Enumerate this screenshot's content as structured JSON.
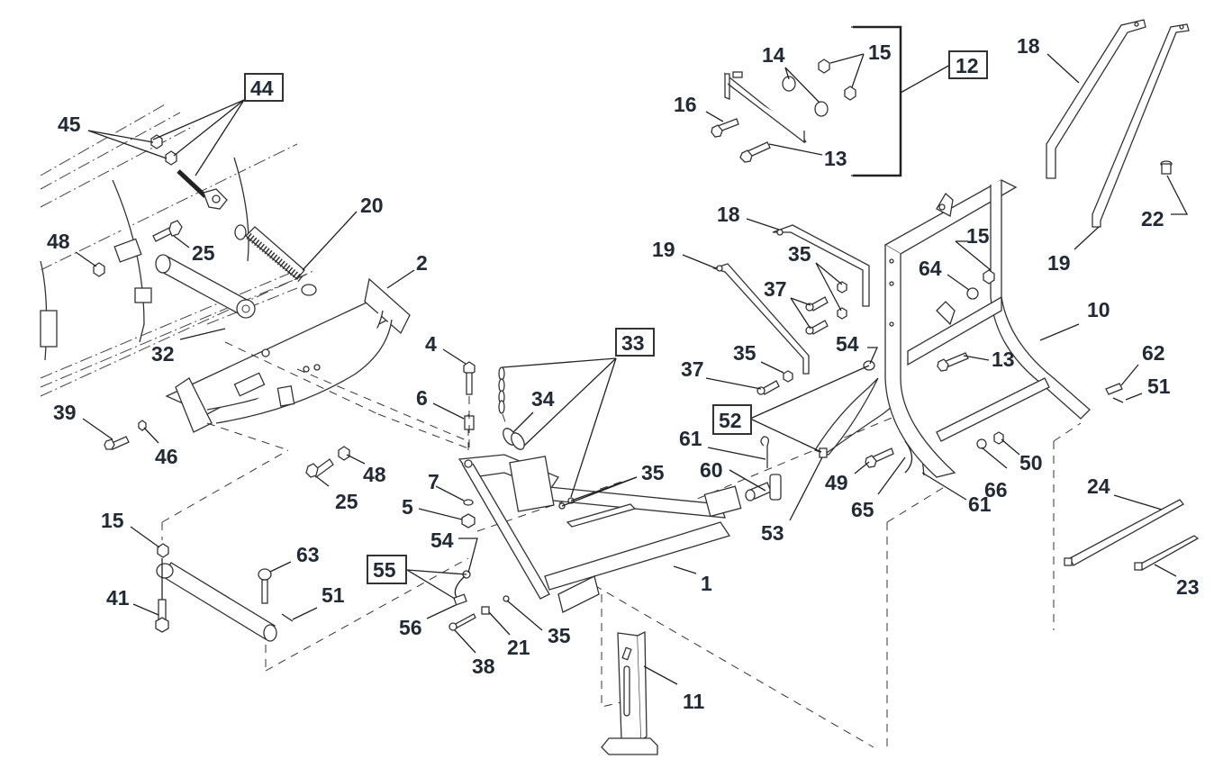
{
  "diagram": {
    "title": "Snow plow mount exploded parts diagram",
    "callouts": [
      {
        "id": "c44",
        "text": "44",
        "boxed": true
      },
      {
        "id": "c45",
        "text": "45",
        "boxed": false
      },
      {
        "id": "c20",
        "text": "20",
        "boxed": false
      },
      {
        "id": "c48a",
        "text": "48",
        "boxed": false
      },
      {
        "id": "c25a",
        "text": "25",
        "boxed": false
      },
      {
        "id": "c2",
        "text": "2",
        "boxed": false
      },
      {
        "id": "c32",
        "text": "32",
        "boxed": false
      },
      {
        "id": "c39",
        "text": "39",
        "boxed": false
      },
      {
        "id": "c46",
        "text": "46",
        "boxed": false
      },
      {
        "id": "c25b",
        "text": "25",
        "boxed": false
      },
      {
        "id": "c48b",
        "text": "48",
        "boxed": false
      },
      {
        "id": "c15a",
        "text": "15",
        "boxed": false
      },
      {
        "id": "c63",
        "text": "63",
        "boxed": false
      },
      {
        "id": "c51a",
        "text": "51",
        "boxed": false
      },
      {
        "id": "c41",
        "text": "41",
        "boxed": false
      },
      {
        "id": "c4",
        "text": "4",
        "boxed": false
      },
      {
        "id": "c6",
        "text": "6",
        "boxed": false
      },
      {
        "id": "c33",
        "text": "33",
        "boxed": true
      },
      {
        "id": "c34",
        "text": "34",
        "boxed": false
      },
      {
        "id": "c35a",
        "text": "35",
        "boxed": false
      },
      {
        "id": "c7",
        "text": "7",
        "boxed": false
      },
      {
        "id": "c5",
        "text": "5",
        "boxed": false
      },
      {
        "id": "c54a",
        "text": "54",
        "boxed": false
      },
      {
        "id": "c55",
        "text": "55",
        "boxed": true
      },
      {
        "id": "c56",
        "text": "56",
        "boxed": false
      },
      {
        "id": "c38",
        "text": "38",
        "boxed": false
      },
      {
        "id": "c21",
        "text": "21",
        "boxed": false
      },
      {
        "id": "c35b",
        "text": "35",
        "boxed": false
      },
      {
        "id": "c1",
        "text": "1",
        "boxed": false
      },
      {
        "id": "c11",
        "text": "11",
        "boxed": false
      },
      {
        "id": "c14",
        "text": "14",
        "boxed": false
      },
      {
        "id": "c15b",
        "text": "15",
        "boxed": false
      },
      {
        "id": "c12",
        "text": "12",
        "boxed": true
      },
      {
        "id": "c16",
        "text": "16",
        "boxed": false
      },
      {
        "id": "c13a",
        "text": "13",
        "boxed": false
      },
      {
        "id": "c18a",
        "text": "18",
        "boxed": false
      },
      {
        "id": "c19a",
        "text": "19",
        "boxed": false
      },
      {
        "id": "c35c",
        "text": "35",
        "boxed": false
      },
      {
        "id": "c37a",
        "text": "37",
        "boxed": false
      },
      {
        "id": "c35d",
        "text": "35",
        "boxed": false
      },
      {
        "id": "c37b",
        "text": "37",
        "boxed": false
      },
      {
        "id": "c54b",
        "text": "54",
        "boxed": false
      },
      {
        "id": "c52",
        "text": "52",
        "boxed": true
      },
      {
        "id": "c61a",
        "text": "61",
        "boxed": false
      },
      {
        "id": "c60",
        "text": "60",
        "boxed": false
      },
      {
        "id": "c53",
        "text": "53",
        "boxed": false
      },
      {
        "id": "c49",
        "text": "49",
        "boxed": false
      },
      {
        "id": "c65",
        "text": "65",
        "boxed": false
      },
      {
        "id": "c61b",
        "text": "61",
        "boxed": false
      },
      {
        "id": "c66",
        "text": "66",
        "boxed": false
      },
      {
        "id": "c50",
        "text": "50",
        "boxed": false
      },
      {
        "id": "c15c",
        "text": "15",
        "boxed": false
      },
      {
        "id": "c64",
        "text": "64",
        "boxed": false
      },
      {
        "id": "c13b",
        "text": "13",
        "boxed": false
      },
      {
        "id": "c10",
        "text": "10",
        "boxed": false
      },
      {
        "id": "c18b",
        "text": "18",
        "boxed": false
      },
      {
        "id": "c19b",
        "text": "19",
        "boxed": false
      },
      {
        "id": "c22",
        "text": "22",
        "boxed": false
      },
      {
        "id": "c62",
        "text": "62",
        "boxed": false
      },
      {
        "id": "c51b",
        "text": "51",
        "boxed": false
      },
      {
        "id": "c24",
        "text": "24",
        "boxed": false
      },
      {
        "id": "c23",
        "text": "23",
        "boxed": false
      }
    ]
  }
}
